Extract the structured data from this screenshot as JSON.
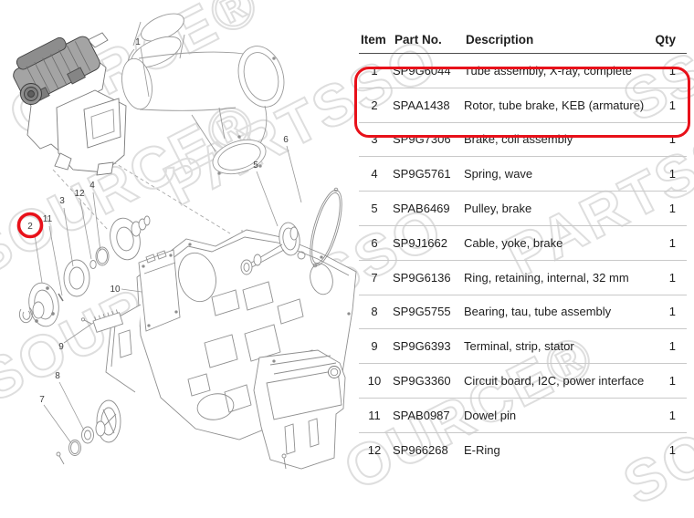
{
  "watermark": {
    "brand": "PARTSSOURCE",
    "color": "#dedede",
    "fragments": [
      "OURCE®",
      "PARTSSO",
      "SSOURCE®",
      "TSSOURCE",
      "PARTSSO",
      "PARTSSO",
      "OURCE®",
      "SSO",
      "SO"
    ]
  },
  "highlight": {
    "color": "#e8111a",
    "circled_diagram_callout": "2",
    "red_box_table_rows": [
      1,
      2,
      3
    ]
  },
  "diagram": {
    "description": "Exploded view, X-ray tube assembly",
    "callouts": [
      {
        "label": "1"
      },
      {
        "label": "2"
      },
      {
        "label": "3"
      },
      {
        "label": "4"
      },
      {
        "label": "5"
      },
      {
        "label": "6"
      },
      {
        "label": "7"
      },
      {
        "label": "8"
      },
      {
        "label": "9"
      },
      {
        "label": "10"
      },
      {
        "label": "11"
      },
      {
        "label": "12"
      }
    ]
  },
  "table": {
    "headers": {
      "item": "Item",
      "part_no": "Part No.",
      "description": "Description",
      "qty": "Qty"
    },
    "rows": [
      {
        "item": "1",
        "part_no": "SP9G6044",
        "description": "Tube assembly, X-ray, complete",
        "qty": "1",
        "struck_by_red_line": true
      },
      {
        "item": "2",
        "part_no": "SPAA1438",
        "description": "Rotor, tube brake, KEB (armature)",
        "qty": "1",
        "struck_by_red_line": false
      },
      {
        "item": "3",
        "part_no": "SP9G7306",
        "description": "Brake, coil assembly",
        "qty": "1",
        "struck_by_red_line": true
      },
      {
        "item": "4",
        "part_no": "SP9G5761",
        "description": "Spring, wave",
        "qty": "1",
        "struck_by_red_line": false
      },
      {
        "item": "5",
        "part_no": "SPAB6469",
        "description": "Pulley, brake",
        "qty": "1",
        "struck_by_red_line": false
      },
      {
        "item": "6",
        "part_no": "SP9J1662",
        "description": "Cable, yoke, brake",
        "qty": "1",
        "struck_by_red_line": false
      },
      {
        "item": "7",
        "part_no": "SP9G6136",
        "description": "Ring, retaining, internal, 32 mm",
        "qty": "1",
        "struck_by_red_line": false
      },
      {
        "item": "8",
        "part_no": "SP9G5755",
        "description": "Bearing, tau, tube assembly",
        "qty": "1",
        "struck_by_red_line": false
      },
      {
        "item": "9",
        "part_no": "SP9G6393",
        "description": "Terminal, strip, stator",
        "qty": "1",
        "struck_by_red_line": false
      },
      {
        "item": "10",
        "part_no": "SP9G3360",
        "description": "Circuit board, I2C, power interface",
        "qty": "1",
        "struck_by_red_line": false
      },
      {
        "item": "11",
        "part_no": "SPAB0987",
        "description": "Dowel pin",
        "qty": "1",
        "struck_by_red_line": false
      },
      {
        "item": "12",
        "part_no": "SP966268",
        "description": "E-Ring",
        "qty": "1",
        "struck_by_red_line": false
      }
    ]
  }
}
